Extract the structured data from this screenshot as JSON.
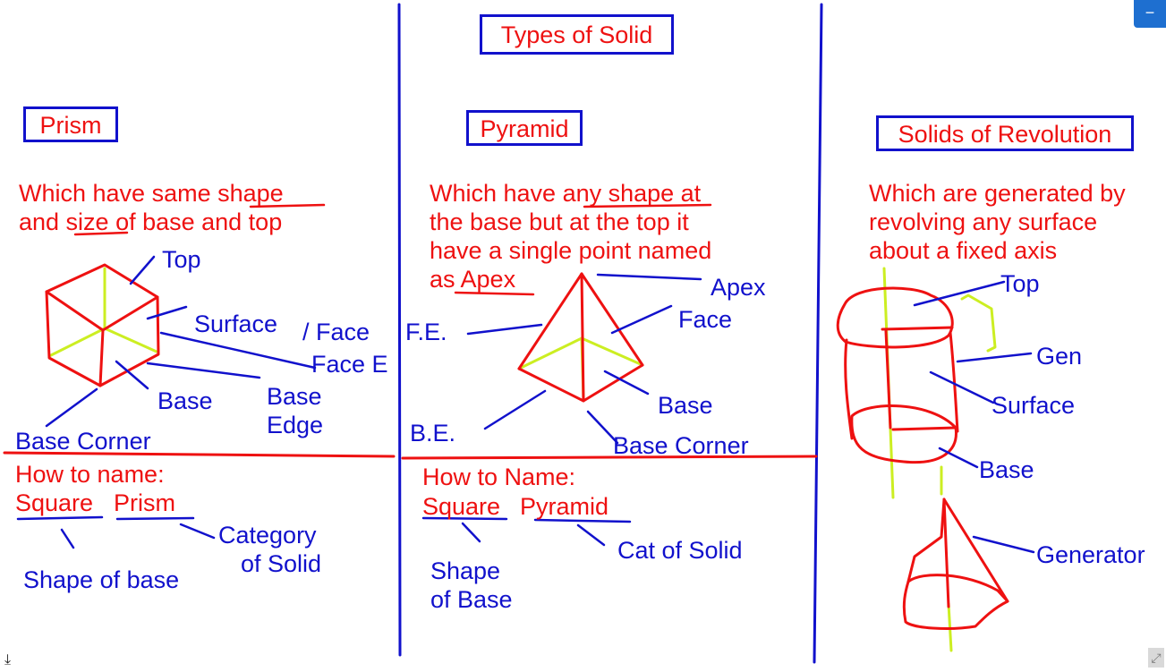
{
  "title": "Types of Solid",
  "prism": {
    "heading": "Prism",
    "definition": [
      "Which have same shape",
      "and size of base and top"
    ],
    "labels": {
      "top": "Top",
      "surface": "Surface",
      "face": "/ Face",
      "face_e": "Face E",
      "base": "Base",
      "base_edge_1": "Base",
      "base_edge_2": "Edge",
      "base_corner": "Base Corner"
    },
    "naming": {
      "title": "How to name:",
      "word1": "Square",
      "word2": "Prism",
      "category_1": "Category",
      "category_2": "of Solid",
      "shape_of_base": "Shape of base"
    }
  },
  "pyramid": {
    "heading": "Pyramid",
    "definition": [
      "Which have any shape at",
      "the base but at the top it",
      "have a single point named",
      "as Apex"
    ],
    "labels": {
      "apex": "Apex",
      "face": "Face",
      "fe": "F.E.",
      "base": "Base",
      "be": "B.E.",
      "base_corner": "Base  Corner"
    },
    "naming": {
      "title": "How to Name:",
      "word1": "Square",
      "word2": "Pyramid",
      "cat": "Cat of Solid",
      "shape_1": "Shape",
      "shape_2": "of Base"
    }
  },
  "revolution": {
    "heading": "Solids of Revolution",
    "definition": [
      "Which are generated by",
      "revolving any surface",
      "about a fixed axis"
    ],
    "labels": {
      "top": "Top",
      "gen": "Gen",
      "surface": "Surface",
      "base": "Base",
      "generator": "Generator"
    }
  },
  "toolbar": {
    "collapse_label": "−",
    "download_icon": "download-icon",
    "fullscreen_icon": "fullscreen-icon"
  },
  "colors": {
    "ink_red": "#ee1111",
    "ink_blue": "#1111cc",
    "ink_yellow": "#ccee22",
    "button_blue": "#1e6fd0"
  }
}
